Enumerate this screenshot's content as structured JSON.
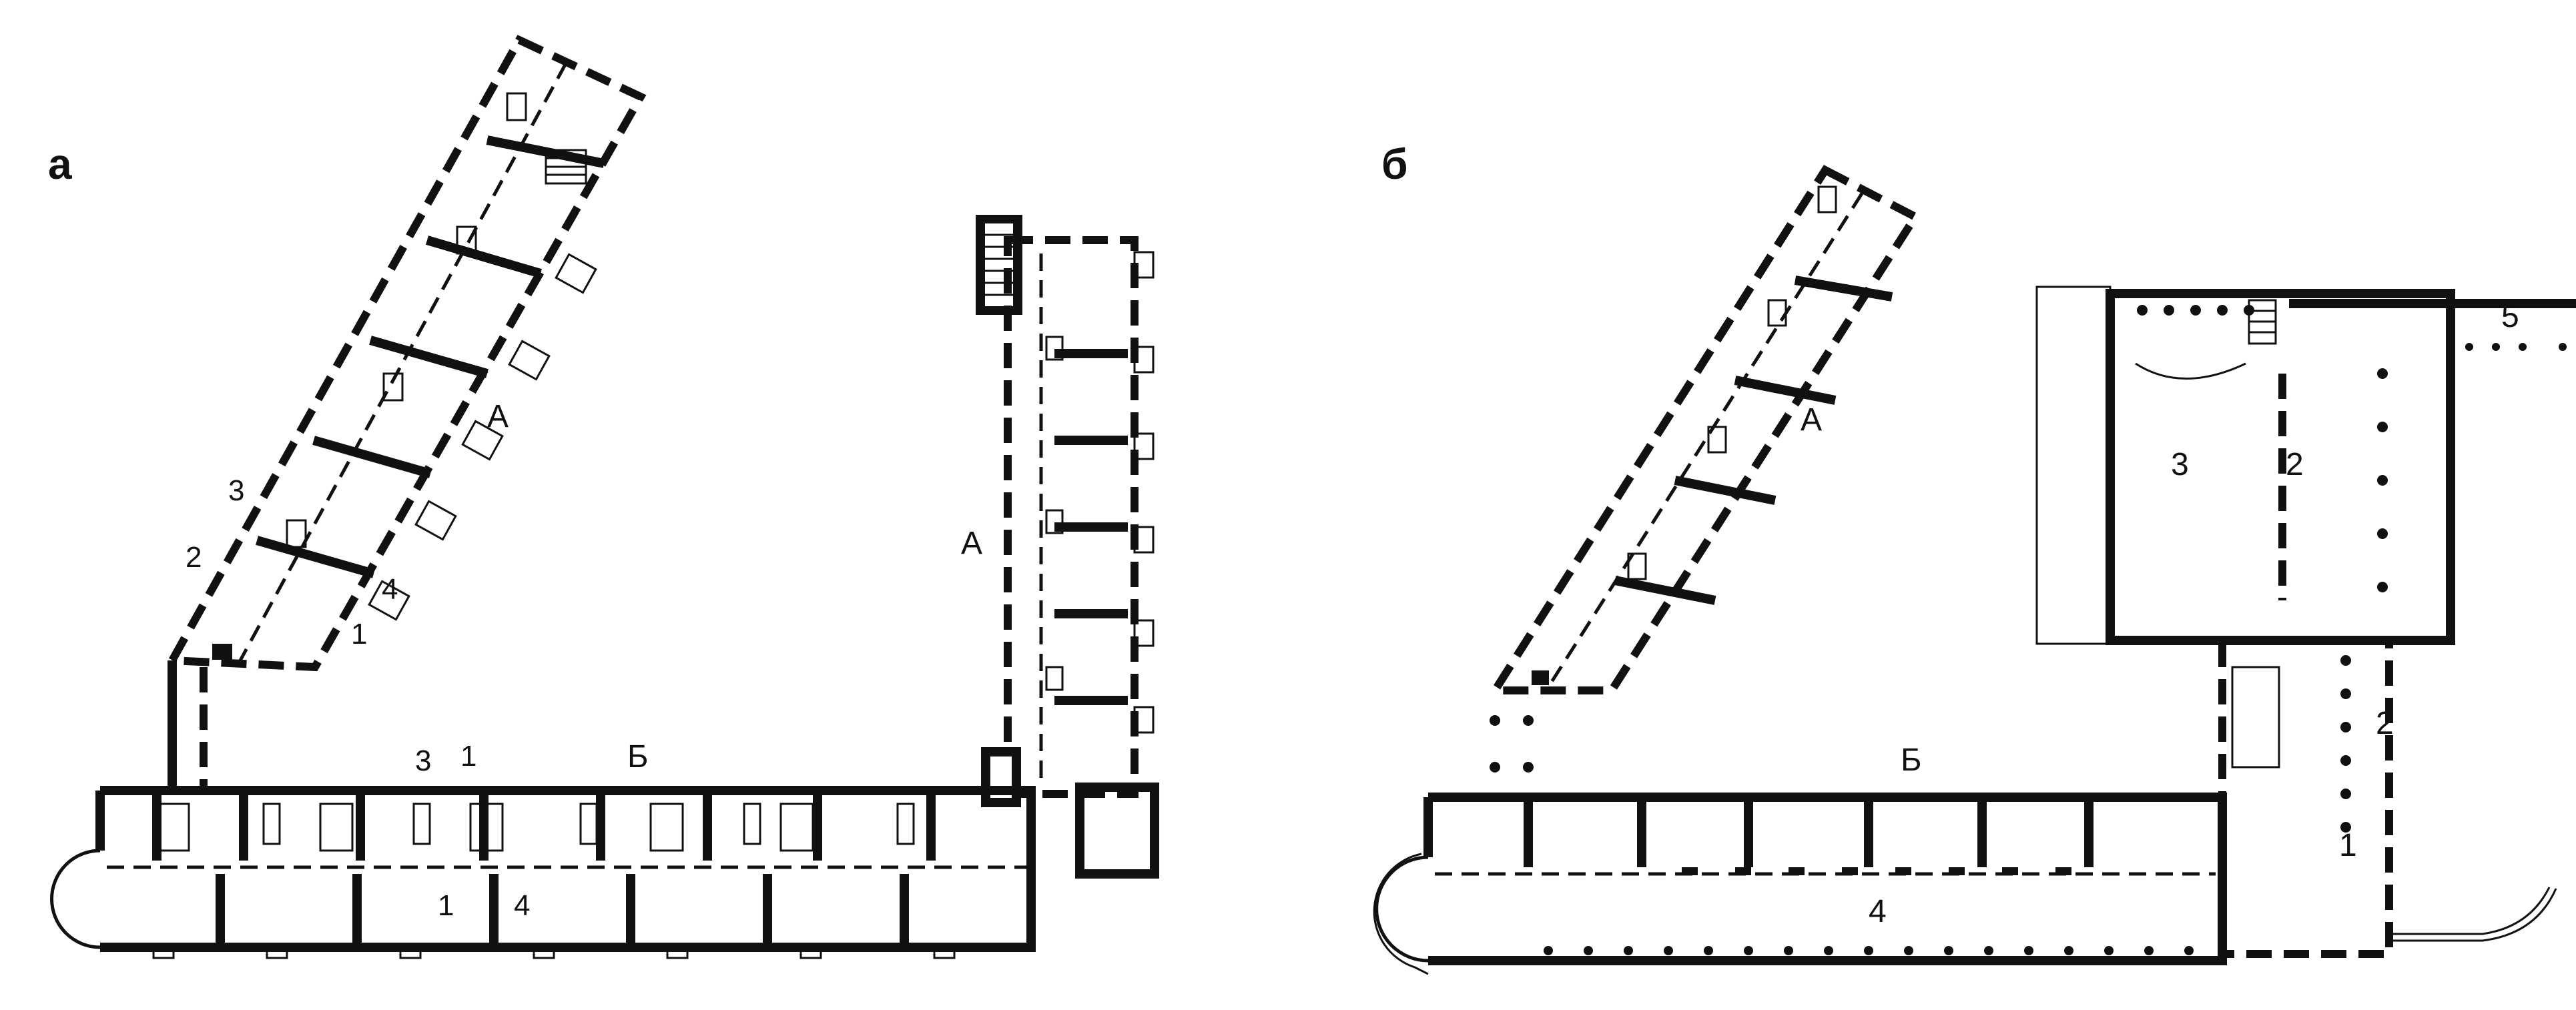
{
  "plan_a": {
    "panel_letter": "а",
    "labels": {
      "wing_a_diagonal": "А",
      "wing_a_vertical": "А",
      "wing_b": "Б",
      "num_3_diag": "3",
      "num_2_diag": "2",
      "num_4_diag": "4",
      "num_1_diag": "1",
      "num_3_b": "3",
      "num_1_b_top": "1",
      "num_1_b_bottom": "1",
      "num_4_b": "4"
    }
  },
  "plan_b": {
    "panel_letter": "б",
    "labels": {
      "wing_a": "А",
      "wing_b": "Б",
      "num_3": "3",
      "num_2_hall": "2",
      "num_5": "5",
      "num_2_gallery": "2",
      "num_1": "1",
      "num_4": "4"
    }
  },
  "icons": [
    "staircase-icon",
    "column-dot-icon",
    "plumbing-fixture-icon"
  ]
}
